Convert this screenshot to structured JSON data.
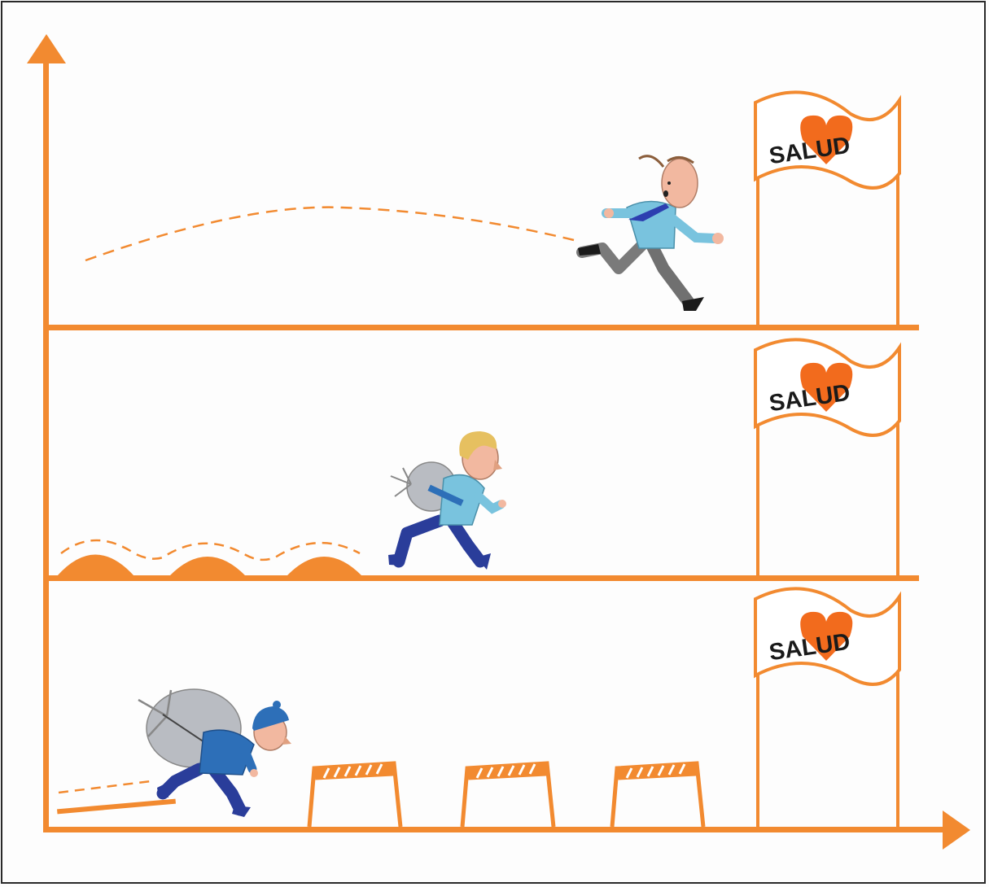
{
  "colors": {
    "accent": "#f28a30",
    "heart": "#f26b1d",
    "frame": "#2a2a2a",
    "shirt": "#79c3de",
    "jacket": "#2d6fb8",
    "pants": "#2a3d9a",
    "bag": "#b9bcc2",
    "skin": "#f2b8a0"
  },
  "lanes": [
    {
      "name": "top",
      "flag_label": "SALUD",
      "obstacle": "none",
      "runner": "businessman-running"
    },
    {
      "name": "middle",
      "flag_label": "SALUD",
      "obstacle": "mounds",
      "runner": "runner-with-small-bag"
    },
    {
      "name": "bottom",
      "flag_label": "SALUD",
      "obstacle": "hurdles",
      "runner": "runner-with-heavy-bag"
    }
  ]
}
